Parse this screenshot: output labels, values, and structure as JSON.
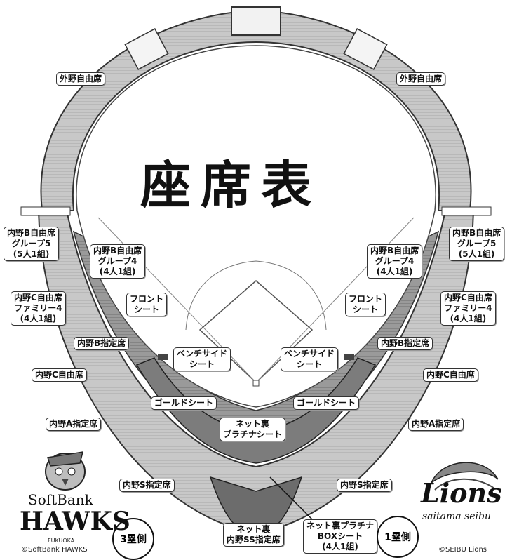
{
  "title": "座席表",
  "labels": {
    "outfield_left": "外野自由席",
    "outfield_right": "外野自由席",
    "b_group5_left": "内野B自由席\nグループ5\n(5人1組)",
    "b_group5_right": "内野B自由席\nグループ5\n(5人1組)",
    "b_group4_left": "内野B自由席\nグループ4\n(4人1組)",
    "b_group4_right": "内野B自由席\nグループ4\n(4人1組)",
    "c_family_left": "内野C自由席\nファミリー4\n(4人1組)",
    "c_family_right": "内野C自由席\nファミリー4\n(4人1組)",
    "front_left": "フロント\nシート",
    "front_right": "フロント\nシート",
    "b_reserved_left": "内野B指定席",
    "b_reserved_right": "内野B指定席",
    "bench_left": "ベンチサイド\nシート",
    "bench_right": "ベンチサイド\nシート",
    "c_free_left": "内野C自由席",
    "c_free_right": "内野C自由席",
    "gold_left": "ゴールドシート",
    "gold_right": "ゴールドシート",
    "a_reserved_left": "内野A指定席",
    "a_reserved_right": "内野A指定席",
    "net_platinum": "ネット裏\nプラチナシート",
    "s_reserved_left": "内野S指定席",
    "s_reserved_right": "内野S指定席",
    "net_ss": "ネット裏\n内野SS指定席",
    "net_box": "ネット裏プラチナ\nBOXシート\n(4人1組)"
  },
  "sides": {
    "third": "3塁側",
    "first": "1塁側"
  },
  "logos": {
    "hawks_top": "SoftBank",
    "hawks_main": "HAWKS",
    "hawks_city": "FUKUOKA",
    "hawks_copy": "©SoftBank HAWKS",
    "lions_main": "Lions",
    "lions_sub": "saitama seibu",
    "lions_copy": "©SEIBU Lions"
  }
}
